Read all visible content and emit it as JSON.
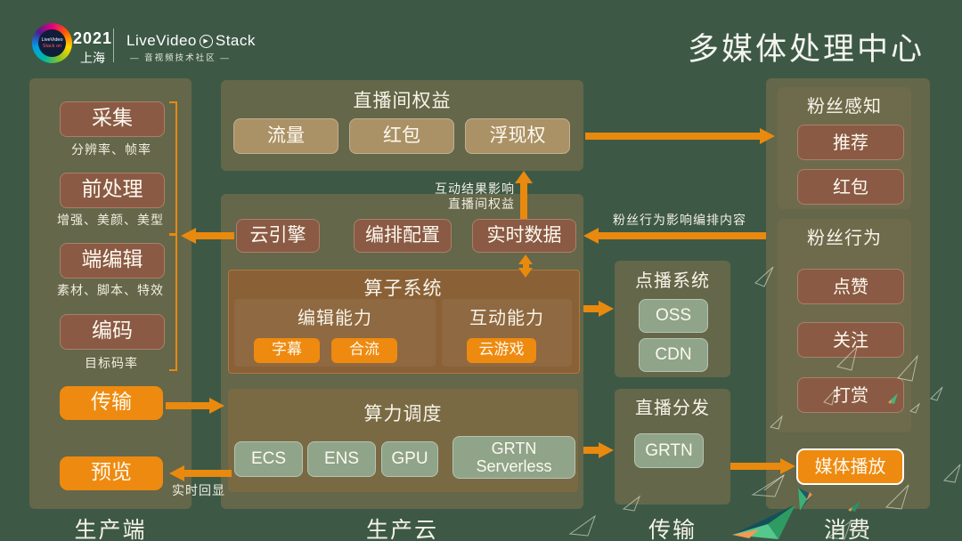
{
  "header": {
    "year": "2021",
    "city": "上海",
    "logo_line1": "LiveVideo",
    "logo_line2": "Stack on",
    "brand_left": "LiveVideo",
    "brand_play": "▶",
    "brand_right": "Stack",
    "brand_sub": "— 音视频技术社区 —",
    "title": "多媒体处理中心"
  },
  "production_end": {
    "column_label": "生产端",
    "steps": [
      {
        "label": "采集",
        "sub": "分辨率、帧率"
      },
      {
        "label": "前处理",
        "sub": "增强、美颜、美型"
      },
      {
        "label": "端编辑",
        "sub": "素材、脚本、特效"
      },
      {
        "label": "编码",
        "sub": "目标码率"
      }
    ],
    "transmit": "传输",
    "preview": "预览"
  },
  "production_cloud": {
    "column_label": "生产云",
    "room_rights": {
      "title": "直播间权益",
      "items": [
        "流量",
        "红包",
        "浮现权"
      ]
    },
    "middle_row": [
      "云引擎",
      "编排配置",
      "实时数据"
    ],
    "operator_system": {
      "title": "算子系统",
      "edit_group": {
        "title": "编辑能力",
        "items": [
          "字幕",
          "合流"
        ]
      },
      "interact_group": {
        "title": "互动能力",
        "items": [
          "云游戏"
        ]
      }
    },
    "compute_scheduling": {
      "title": "算力调度",
      "items": [
        "ECS",
        "ENS",
        "GPU",
        "GRTN Serverless"
      ]
    }
  },
  "transport": {
    "column_label": "传输",
    "vod": {
      "title": "点播系统",
      "items": [
        "OSS",
        "CDN"
      ]
    },
    "live": {
      "title": "直播分发",
      "items": [
        "GRTN"
      ]
    }
  },
  "consumption": {
    "column_label": "消费",
    "fan_perception": {
      "title": "粉丝感知",
      "items": [
        "推荐",
        "红包"
      ]
    },
    "fan_behavior": {
      "title": "粉丝行为",
      "items": [
        "点赞",
        "关注",
        "打赏"
      ]
    },
    "media_play": "媒体播放"
  },
  "annotations": {
    "interaction_line1": "互动结果影响",
    "interaction_line2": "直播间权益",
    "fan_behavior_effect": "粉丝行为影响编排内容",
    "realtime_echo": "实时回显"
  },
  "colors": {
    "background": "#3D5946",
    "panel": "#646749",
    "panel_inner": "#6E6B4D",
    "brown_box": "#8A5A44",
    "tan_box": "#AB9166",
    "orange": "#EE8A0F",
    "gray_green_box": "#8FA489",
    "operator_panel": "#8A6137",
    "compute_panel": "#7A6A44",
    "arrow": "#E9890E"
  }
}
